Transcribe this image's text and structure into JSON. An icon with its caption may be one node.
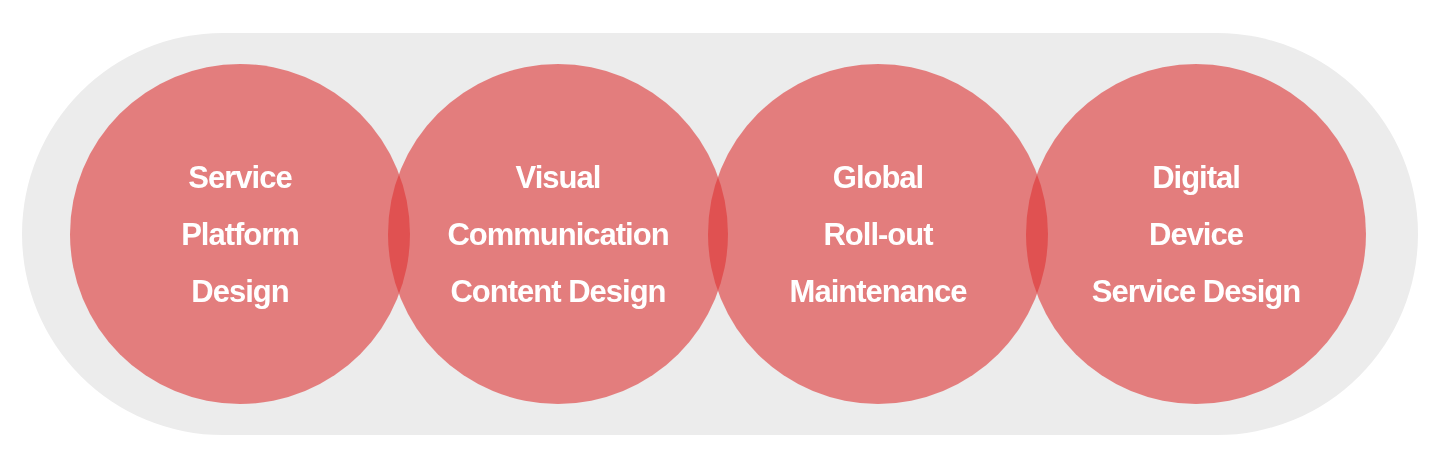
{
  "diagram": {
    "nodes": [
      {
        "text": [],
        "shape": "box"
      },
      {
        "text": [
          "Service Platform Design"
        ],
        "in": 0
      },
      {
        "text": [
          "Visual Communication Content Design"
        ],
        "in": 0
      },
      {
        "text": [
          "Global Roll-out Maintenance"
        ],
        "in": 0
      },
      {
        "text": [
          "Digital Device Service Design"
        ],
        "in": 0
      }
    ]
  }
}
